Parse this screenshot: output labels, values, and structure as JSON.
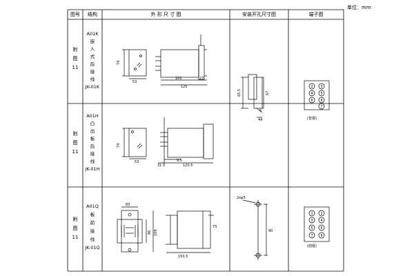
{
  "unit_label": "单位：mm",
  "header": {
    "col_fig": "图号",
    "col_struct": "结构",
    "col_outline": "外 形 尺 寸 图",
    "col_mount": "安装开孔尺寸图",
    "col_terminal": "端子图"
  },
  "rows": [
    {
      "fig": [
        "附",
        "图",
        "11"
      ],
      "struct": [
        "A01K",
        "嵌",
        "入",
        "式",
        "后",
        "接",
        "线",
        "JK-01K"
      ],
      "dims": {
        "h": "74",
        "w": "53",
        "d1": "101",
        "d2": "27",
        "d3": "125"
      },
      "mount": {
        "a": "65.5",
        "b": "67",
        "c": "6",
        "d": "44"
      },
      "terminals": [
        "2",
        "3",
        "4",
        "5",
        "6",
        "8",
        "7"
      ],
      "term_note": "(背视)"
    },
    {
      "fig": [
        "附",
        "图",
        "11"
      ],
      "struct": [
        "A01H",
        "凸",
        "出",
        "板",
        "后",
        "接",
        "线",
        "JK-01H"
      ],
      "dims": {
        "h": "74",
        "w": "53",
        "d1": "31.5",
        "d2": "9.5",
        "d3": "120.5"
      }
    },
    {
      "fig": [
        "附",
        "图",
        "11"
      ],
      "struct": [
        "A01Q",
        "板",
        "前",
        "接",
        "线",
        "JK-01Q"
      ],
      "dims": {
        "w": "83",
        "h1": "86",
        "h2": "109",
        "h3": "73",
        "d": "150.5"
      },
      "mount": {
        "hole": "2xφ5",
        "h": "90"
      },
      "terminals": [
        "1",
        "2",
        "3",
        "4",
        "5",
        "6",
        "7",
        "8"
      ],
      "term_note": "(前视)"
    }
  ]
}
